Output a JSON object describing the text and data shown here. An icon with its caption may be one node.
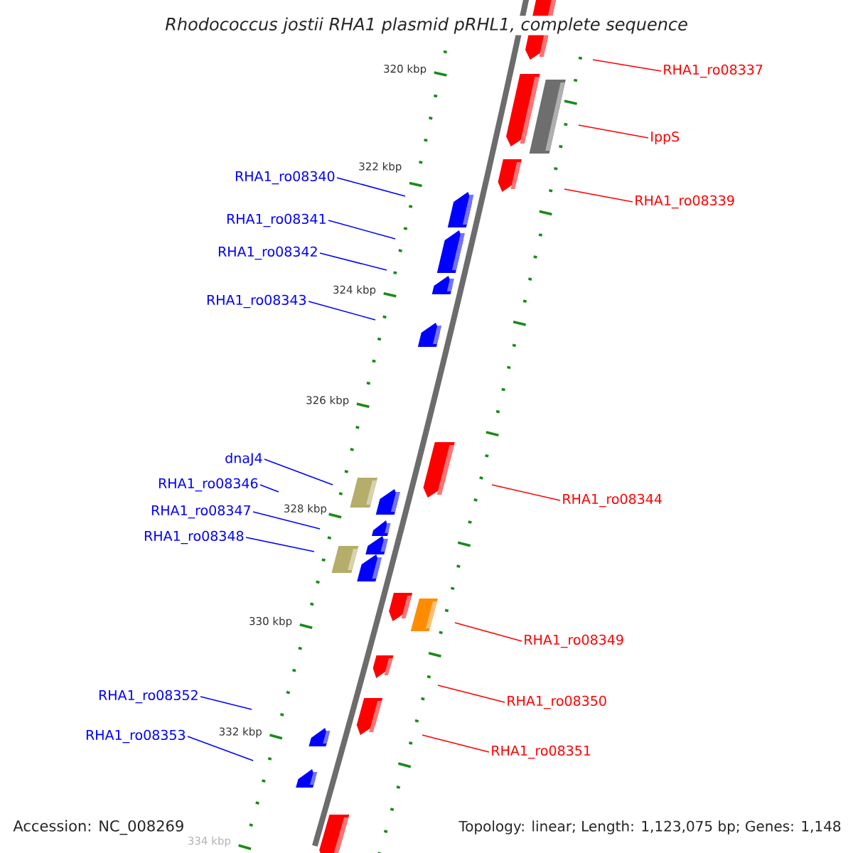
{
  "diagram": {
    "title": "Rhodococcus jostii RHA1 plasmid pRHL1, complete sequence",
    "nodes": [
      {
        "text": [
          "RHA1_ro08337"
        ]
      },
      {
        "text": [
          "IppS"
        ]
      },
      {
        "text": [
          "RHA1_ro08340"
        ]
      },
      {
        "text": [
          "RHA1_ro08339"
        ]
      },
      {
        "text": [
          "RHA1_ro08341"
        ]
      },
      {
        "text": [
          "RHA1_ro08342"
        ]
      },
      {
        "text": [
          "RHA1_ro08343"
        ]
      },
      {
        "text": [
          "dnaJ4"
        ]
      },
      {
        "text": [
          "RHA1_ro08346"
        ]
      },
      {
        "text": [
          "RHA1_ro08344"
        ]
      },
      {
        "text": [
          "RHA1_ro08347"
        ]
      },
      {
        "text": [
          "RHA1_ro08348"
        ]
      },
      {
        "text": [
          "RHA1_ro08349"
        ]
      },
      {
        "text": [
          "RHA1_ro08350"
        ]
      },
      {
        "text": [
          "RHA1_ro08352"
        ]
      },
      {
        "text": [
          "RHA1_ro08351"
        ]
      },
      {
        "text": [
          "RHA1_ro08353"
        ]
      }
    ],
    "edges": [
      {
        "from": 0,
        "to": null,
        "arrow": "none",
        "color": "#ff0000"
      },
      {
        "from": 1,
        "to": null,
        "arrow": "none",
        "color": "#ff0000"
      },
      {
        "from": 2,
        "to": null,
        "arrow": "none"
      },
      {
        "from": 3,
        "to": null,
        "arrow": "none",
        "color": "#ff0000"
      },
      {
        "from": 4,
        "to": null,
        "arrow": "none"
      },
      {
        "from": 5,
        "to": null,
        "arrow": "none"
      },
      {
        "from": 6,
        "to": null,
        "arrow": "none"
      },
      {
        "from": 7,
        "to": null,
        "arrow": "none"
      },
      {
        "from": 8,
        "to": null,
        "arrow": "none"
      },
      {
        "from": 9,
        "to": null,
        "arrow": "none",
        "color": "#ff0000"
      },
      {
        "from": 10,
        "to": null,
        "arrow": "none"
      },
      {
        "from": 11,
        "to": null,
        "arrow": "none"
      },
      {
        "from": 12,
        "to": null,
        "arrow": "none",
        "color": "#ff0000"
      },
      {
        "from": 13,
        "to": null,
        "arrow": "none",
        "color": "#ff0000"
      },
      {
        "from": 14,
        "to": null,
        "arrow": "none"
      },
      {
        "from": 15,
        "to": null,
        "arrow": "none",
        "color": "#ff0000"
      },
      {
        "from": 16,
        "to": null,
        "arrow": "none"
      }
    ],
    "labels": [
      "320 kbp",
      "322 kbp",
      "324 kbp",
      "326 kbp",
      "328 kbp",
      "330 kbp",
      "332 kbp",
      "334 kbp",
      "Accession: NC_008269",
      "Topology: linear; Length: 1,123,075 bp; Genes: 1,148"
    ]
  }
}
